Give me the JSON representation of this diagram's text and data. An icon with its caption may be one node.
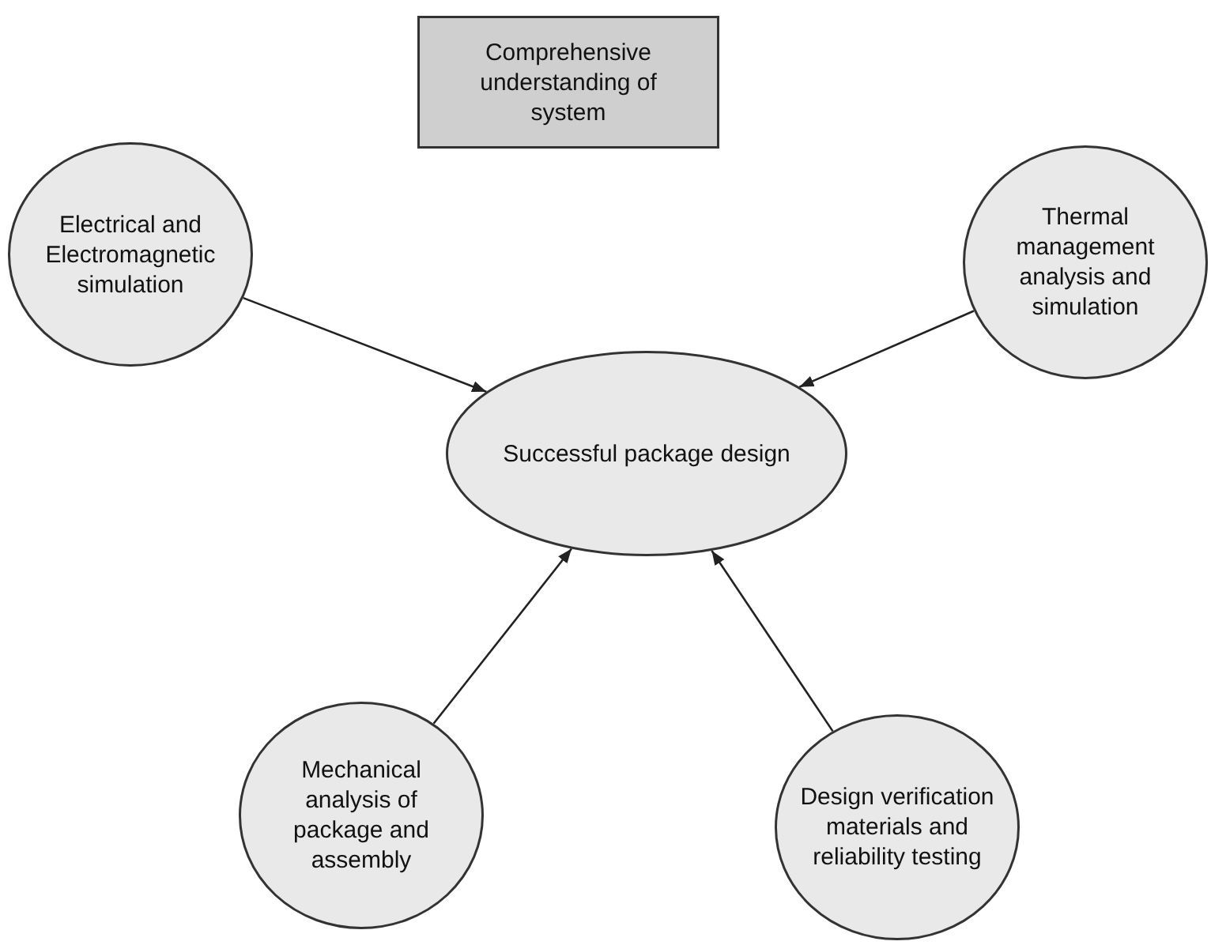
{
  "diagram": {
    "nodes": [
      {
        "text": [
          "Comprehensive understanding of system"
        ]
      },
      {
        "text": [
          "Electrical and Electromagnetic simulation"
        ]
      },
      {
        "text": [
          "Successful package design"
        ]
      },
      {
        "text": [
          "Thermal management analysis and simulation"
        ]
      },
      {
        "text": [
          "Mechanical analysis of package and assembly"
        ]
      },
      {
        "text": [
          "Design verification materials and reliability testing"
        ]
      }
    ],
    "edges": [
      {
        "from": 1,
        "to": 2,
        "arrow": "to"
      },
      {
        "from": 3,
        "to": 2,
        "arrow": "to"
      },
      {
        "from": 4,
        "to": 2,
        "arrow": "to"
      },
      {
        "from": 5,
        "to": 2,
        "arrow": "to"
      }
    ]
  }
}
